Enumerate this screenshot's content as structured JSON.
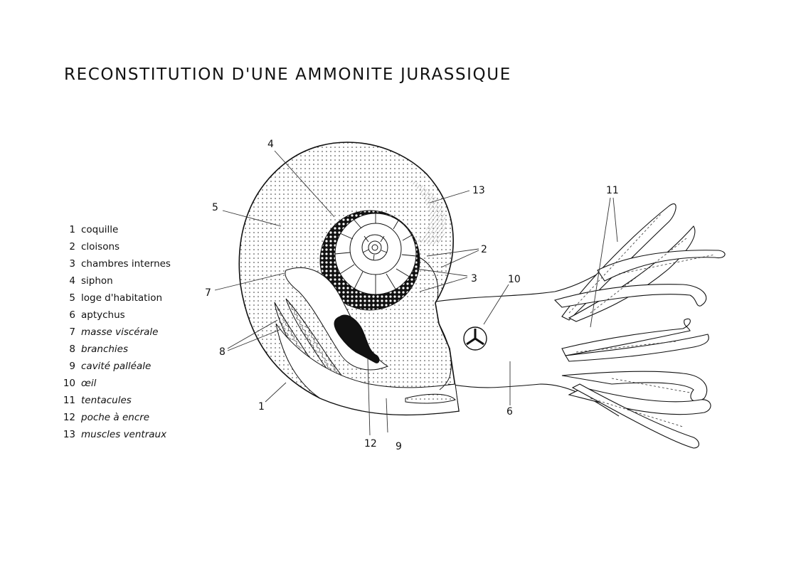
{
  "title": "RECONSTITUTION D'UNE AMMONITE JURASSIQUE",
  "legend": [
    {
      "num": "1",
      "label": "coquille",
      "italic": false
    },
    {
      "num": "2",
      "label": "cloisons",
      "italic": false
    },
    {
      "num": "3",
      "label": "chambres internes",
      "italic": false
    },
    {
      "num": "4",
      "label": "siphon",
      "italic": false
    },
    {
      "num": "5",
      "label": "loge d'habitation",
      "italic": false
    },
    {
      "num": "6",
      "label": "aptychus",
      "italic": false
    },
    {
      "num": "7",
      "label": "masse viscérale",
      "italic": true
    },
    {
      "num": "8",
      "label": "branchies",
      "italic": true
    },
    {
      "num": "9",
      "label": "cavité palléale",
      "italic": true
    },
    {
      "num": "10",
      "label": "œil",
      "italic": true
    },
    {
      "num": "11",
      "label": "tentacules",
      "italic": true
    },
    {
      "num": "12",
      "label": "poche à encre",
      "italic": true
    },
    {
      "num": "13",
      "label": "muscles ventraux",
      "italic": true
    }
  ],
  "callouts": {
    "c1": "1",
    "c2": "2",
    "c3": "3",
    "c4": "4",
    "c5": "5",
    "c6": "6",
    "c7": "7",
    "c8": "8",
    "c9": "9",
    "c10": "10",
    "c11": "11",
    "c12": "12",
    "c13": "13"
  }
}
